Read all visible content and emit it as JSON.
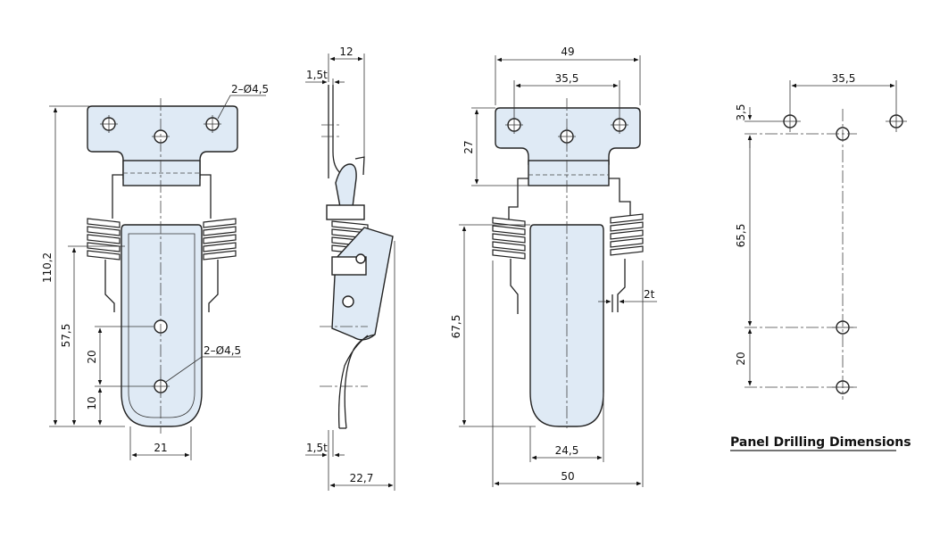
{
  "front_view": {
    "dim_total_height": "110,2",
    "dim_hole_spacing": "57,5",
    "dim_20": "20",
    "dim_10": "10",
    "dim_width_bottom": "21",
    "hole_callout_top": "2–Ø4,5",
    "hole_callout_bottom": "2–Ø4,5"
  },
  "side_view": {
    "dim_top": "12",
    "thickness_top": "1,5t",
    "thickness_bottom": "1,5t",
    "dim_depth": "22,7"
  },
  "back_view": {
    "dim_width_top": "49",
    "dim_hole_pitch": "35,5",
    "dim_27": "27",
    "dim_67_5": "67,5",
    "dim_24_5": "24,5",
    "dim_width_bottom": "50",
    "dim_2t": "2t"
  },
  "panel_drilling": {
    "dim_35_5": "35,5",
    "dim_3_5": "3,5",
    "dim_65_5": "65,5",
    "dim_20": "20",
    "title": "Panel Drilling Dimensions"
  }
}
